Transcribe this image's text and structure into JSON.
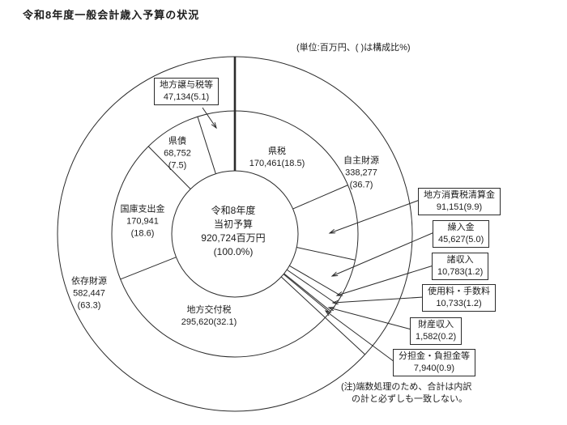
{
  "page": {
    "title": "令和8年度一般会計歳入予算の状況",
    "unit_note": "(単位:百万円、(  )は構成比%)",
    "footnote": {
      "line1": "(注)端数処理のため、合計は内訳",
      "line2": "の計と必ずしも一致しない。"
    }
  },
  "center_label": {
    "line1": "令和8年度",
    "line2": "当初予算",
    "line3": "920,724百万円",
    "line4": "(100.0%)"
  },
  "ring_labels": {
    "kenzei": {
      "line1": "県税",
      "line2": "170,461(18.5)"
    },
    "kensai": {
      "line1": "県債",
      "line2": "68,752",
      "line3": "(7.5)"
    },
    "kokko": {
      "line1": "国庫支出金",
      "line2": "170,941",
      "line3": "(18.6)"
    },
    "kofuzei": {
      "line1": "地方交付税",
      "line2": "295,620(32.1)"
    },
    "jishu": {
      "line1": "自主財源",
      "line2": "338,277",
      "line3": "(36.7)"
    },
    "izon": {
      "line1": "依存財源",
      "line2": "582,447",
      "line3": "(63.3)"
    }
  },
  "joyozei_box": {
    "line1": "地方譲与税等",
    "line2": "47,134(5.1)"
  },
  "callouts": [
    {
      "line1": "地方消費税清算金",
      "line2": "91,151(9.9)"
    },
    {
      "line1": "繰入金",
      "line2": "45,627(5.0)"
    },
    {
      "line1": "諸収入",
      "line2": "10,783(1.2)"
    },
    {
      "line1": "使用料・手数料",
      "line2": "10,733(1.2)"
    },
    {
      "line1": "財産収入",
      "line2": "1,582(0.2)"
    },
    {
      "line1": "分担金・負担金等",
      "line2": "7,940(0.9)"
    }
  ],
  "chart_data": {
    "type": "pie",
    "variant": "double-ring-donut",
    "title": "令和8年度一般会計歳入予算の状況",
    "unit": "百万円",
    "total": {
      "label": "令和8年度当初予算",
      "value": 920724,
      "pct": 100.0
    },
    "segments": [
      {
        "name": "県税",
        "value": 170461,
        "pct": 18.5
      },
      {
        "name": "地方消費税清算金",
        "value": 91151,
        "pct": 9.9
      },
      {
        "name": "繰入金",
        "value": 45627,
        "pct": 5.0
      },
      {
        "name": "諸収入",
        "value": 10783,
        "pct": 1.2
      },
      {
        "name": "使用料・手数料",
        "value": 10733,
        "pct": 1.2
      },
      {
        "name": "財産収入",
        "value": 1582,
        "pct": 0.2
      },
      {
        "name": "分担金・負担金等",
        "value": 7940,
        "pct": 0.9
      },
      {
        "name": "地方交付税",
        "value": 295620,
        "pct": 32.1
      },
      {
        "name": "国庫支出金",
        "value": 170941,
        "pct": 18.6
      },
      {
        "name": "県債",
        "value": 68752,
        "pct": 7.5
      },
      {
        "name": "地方譲与税等",
        "value": 47134,
        "pct": 5.1
      }
    ],
    "groups": [
      {
        "name": "自主財源",
        "value": 338277,
        "pct": 36.7
      },
      {
        "name": "依存財源",
        "value": 582447,
        "pct": 63.3
      }
    ],
    "note": "(注)端数処理のため、合計は内訳の計と必ずしも一致しない。"
  }
}
